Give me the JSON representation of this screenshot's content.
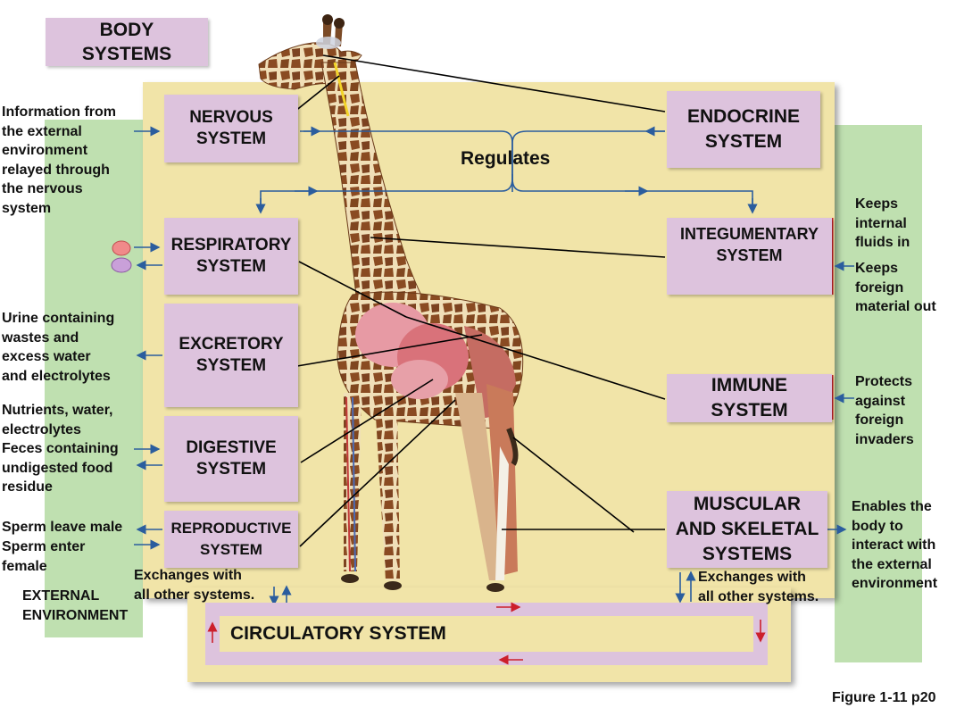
{
  "title": "BODY\nSYSTEMS",
  "center_label": "Regulates",
  "systems": {
    "nervous": "NERVOUS\nSYSTEM",
    "endocrine": "ENDOCRINE\nSYSTEM",
    "respiratory": "RESPIRATORY\nSYSTEM",
    "integumentary": "INTEGUMENTARY\nSYSTEM",
    "excretory": "EXCRETORY\nSYSTEM",
    "immune": "IMMUNE\nSYSTEM",
    "digestive": "DIGESTIVE\nSYSTEM",
    "reproductive": "REPRODUCTIVE\nSYSTEM",
    "muscular": "MUSCULAR\nAND SKELETAL\nSYSTEMS",
    "circulatory": "CIRCULATORY SYSTEM"
  },
  "left_notes": {
    "info": "Information from\nthe external\nenvironment\nrelayed through\nthe nervous\nsystem",
    "urine": "Urine containing\nwastes and\nexcess water\nand electrolytes",
    "nutrients": "Nutrients, water,\nelectrolytes",
    "feces": "Feces containing\nundigested food\nresidue",
    "sperm_leave": "Sperm leave male",
    "sperm_enter": "Sperm enter\nfemale",
    "exchanges_left": "Exchanges with\nall other systems.",
    "external_env": "EXTERNAL\nENVIRONMENT"
  },
  "right_notes": {
    "keeps_in": "Keeps\ninternal\nfluids in",
    "keeps_out": "Keeps\nforeign\nmaterial out",
    "protects": "Protects\nagainst\nforeign\ninvaders",
    "enables": "Enables the\nbody to\ninteract with\nthe external\nenvironment",
    "exchanges_right": "Exchanges with\nall other systems."
  },
  "caption": "Figure 1-11 p20",
  "colors": {
    "box": "#ddc3dd",
    "background_panel": "#f1e4a8",
    "environment": "#bfe0b0",
    "arrow_blue": "#2b5d9e",
    "arrow_red": "#cc1f2b"
  }
}
